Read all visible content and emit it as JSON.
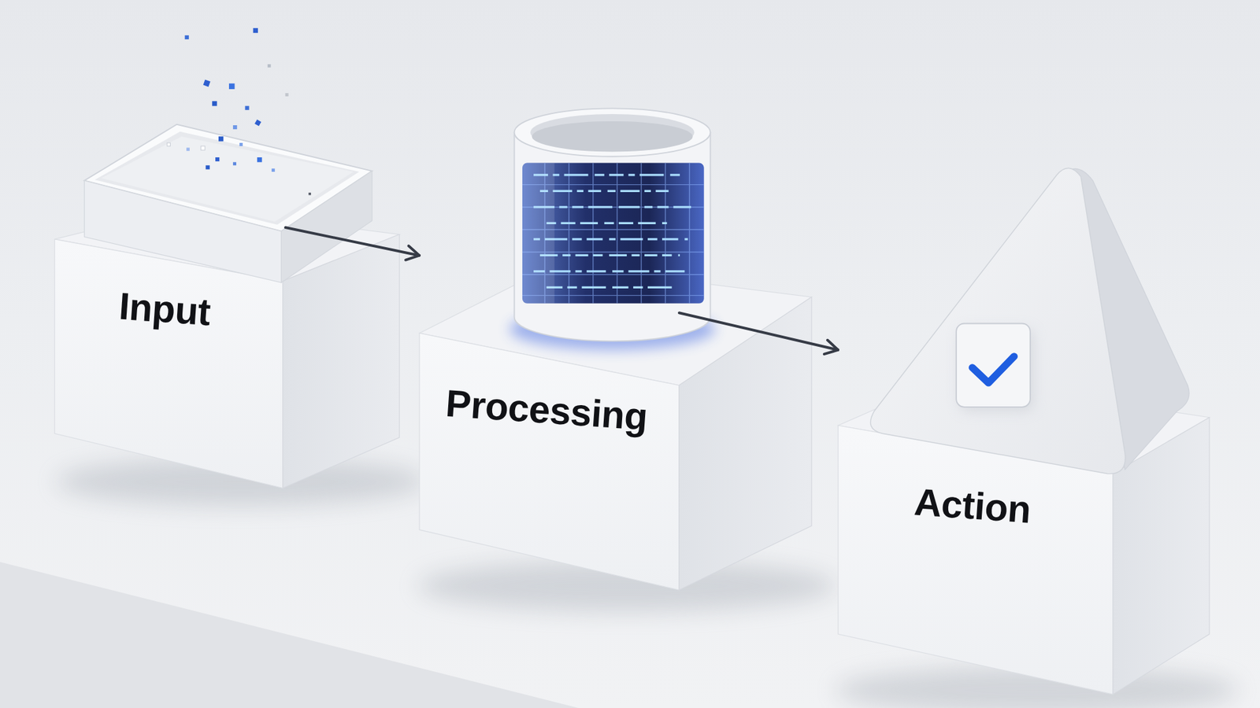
{
  "diagram": {
    "nodes": [
      {
        "text": [
          "Input"
        ]
      },
      {
        "text": [
          "Processing"
        ]
      },
      {
        "text": [
          "Action"
        ]
      }
    ],
    "edges": [
      {
        "from": 0,
        "to": 1,
        "arrow": "to"
      },
      {
        "from": 1,
        "to": 2,
        "arrow": "to"
      }
    ]
  }
}
